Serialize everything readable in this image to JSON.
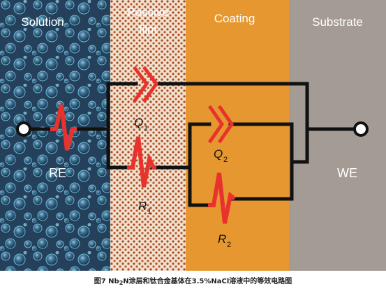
{
  "panels": {
    "solution": "Solution",
    "passive_film_line1": "Passive",
    "passive_film_line2": "film",
    "coating": "Coating",
    "substrate": "Substrate"
  },
  "labels": {
    "re": "RE",
    "we": "WE",
    "q1": "Q",
    "q1_sub": "1",
    "r1": "R",
    "r1_sub": "1",
    "q2": "Q",
    "q2_sub": "2",
    "r2": "R",
    "r2_sub": "2"
  },
  "caption": {
    "prefix": "图7  Nb",
    "sub": "2",
    "suffix": "N涂层和钛合金基体在3.5%NaCl溶液中的等效电路图"
  },
  "colors": {
    "solution_bg": "#2d4a63",
    "passive_bg": "#f1e1cf",
    "passive_dots": "#a84a24",
    "coating_bg": "#e6972f",
    "substrate_bg": "#a49c94",
    "wire": "#111111",
    "element": "#e8322d"
  }
}
